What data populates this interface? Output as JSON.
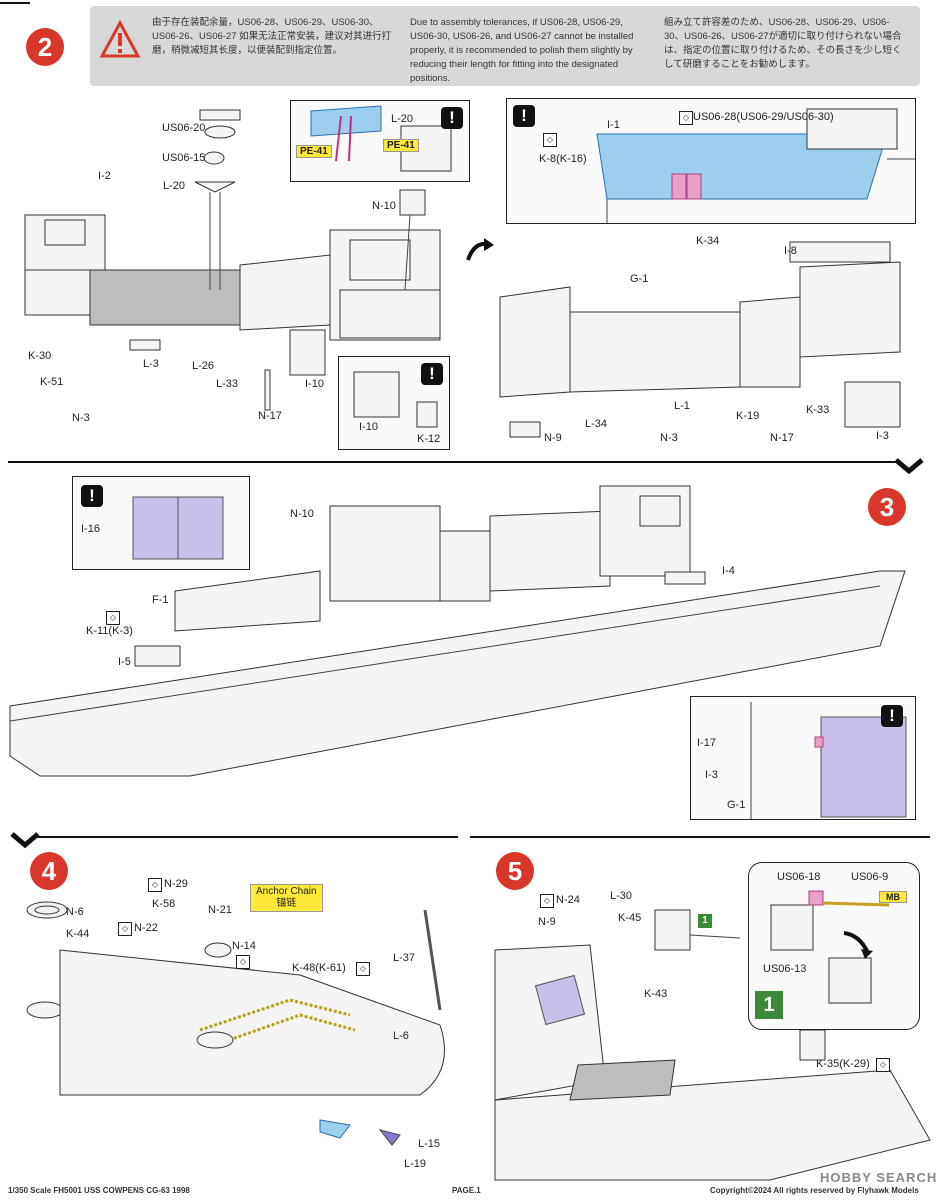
{
  "step2": {
    "number": "2",
    "notice_cn": "由于存在装配余量，US06-28、US06-29、US06-30、US06-26、US06-27 如果无法正常安装，建议对其进行打磨，稍微减短其长度，以便装配到指定位置。",
    "notice_en": "Due to assembly tolerances, if US06-28, US06-29, US06-30, US06-26, and US06-27 cannot be installed properly, it is recommended to polish them slightly by reducing their length for fitting into the designated positions.",
    "notice_jp": "組み立て許容差のため、US06-28、US06-29、US06-30、US06-26、US06-27が適切に取り付けられない場合は、指定の位置に取り付けるため、その長さを少し短くして研磨することをお勧めします。",
    "labels": {
      "us06_20": "US06-20",
      "us06_15": "US06-15",
      "l20": "L-20",
      "l20_inset": "L-20",
      "pe41a": "PE-41",
      "pe41b": "PE-41",
      "i2": "I-2",
      "n10": "N-10",
      "k30": "K-30",
      "k51": "K-51",
      "l3": "L-3",
      "n3": "N-3",
      "l26": "L-26",
      "l33": "L-33",
      "n17": "N-17",
      "i10": "I-10",
      "i10b": "I-10",
      "k12": "K-12",
      "i1": "I-1",
      "us06_28": "US06-28(US06-29/US06-30)",
      "k8": "K-8(K-16)",
      "k34": "K-34",
      "i8": "I-8",
      "g1": "G-1",
      "n9": "N-9",
      "l34": "L-34",
      "n3b": "N-3",
      "l1": "L-1",
      "k19": "K-19",
      "n17b": "N-17",
      "k33": "K-33",
      "i3": "I-3"
    }
  },
  "step3": {
    "number": "3",
    "labels": {
      "i16": "I-16",
      "n10": "N-10",
      "f1": "F-1",
      "k11": "K-11(K-3)",
      "i5": "I-5",
      "i4": "I-4",
      "i17": "I-17",
      "i3": "I-3",
      "g1": "G-1"
    }
  },
  "step4": {
    "number": "4",
    "anchor_chain_en": "Anchor Chain",
    "anchor_chain_cn": "锚链",
    "labels": {
      "n29": "N-29",
      "k58": "K-58",
      "n21": "N-21",
      "n6": "N-6",
      "k44": "K-44",
      "n22": "N-22",
      "n14": "N-14",
      "k48": "K-48(K-61)",
      "l37": "L-37",
      "l6": "L-6",
      "l15": "L-15",
      "l19": "L-19"
    }
  },
  "step5": {
    "number": "5",
    "labels": {
      "n24": "N-24",
      "l30": "L-30",
      "k45": "K-45",
      "n9": "N-9",
      "k43": "K-43",
      "us06_18": "US06-18",
      "us06_9": "US06-9",
      "mb": "MB",
      "us06_13": "US06-13",
      "k35": "K-35(K-29)",
      "sub1_small": "1",
      "sub1_big": "1"
    }
  },
  "footer": {
    "left": "1/350 Scale FH5001 USS COWPENS CG-63 1998",
    "center": "PAGE.1",
    "right": "Copyright©2024 All rights reserved by Flyhawk Models",
    "watermark": "HOBBY SEARCH"
  },
  "colors": {
    "step_red": "#d8372a",
    "highlight_blue": "#9ccfee",
    "highlight_purple": "#c8c0e8",
    "label_yellow": "#ffe838",
    "sub_green": "#3a8a3a"
  }
}
